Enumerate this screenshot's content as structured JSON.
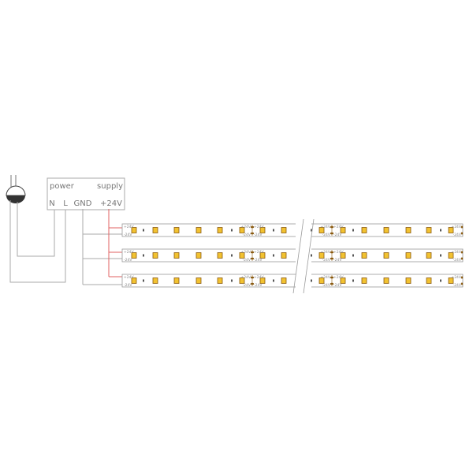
{
  "power_supply": {
    "title_left": "power",
    "title_right": "supply",
    "terminals": [
      "N",
      "L",
      "GND",
      "+24V"
    ]
  },
  "strip_labels": {
    "positive": "+24V",
    "negative": "-24V"
  },
  "strips": [
    {
      "id": "strip-1"
    },
    {
      "id": "strip-2"
    },
    {
      "id": "strip-3"
    }
  ],
  "colors": {
    "wire": "#aaaaaa",
    "positive_wire": "#e06060",
    "strip_border": "#999999",
    "led_fill": "#f2c230",
    "led_border": "#8a5a10",
    "plug": "#333333"
  }
}
